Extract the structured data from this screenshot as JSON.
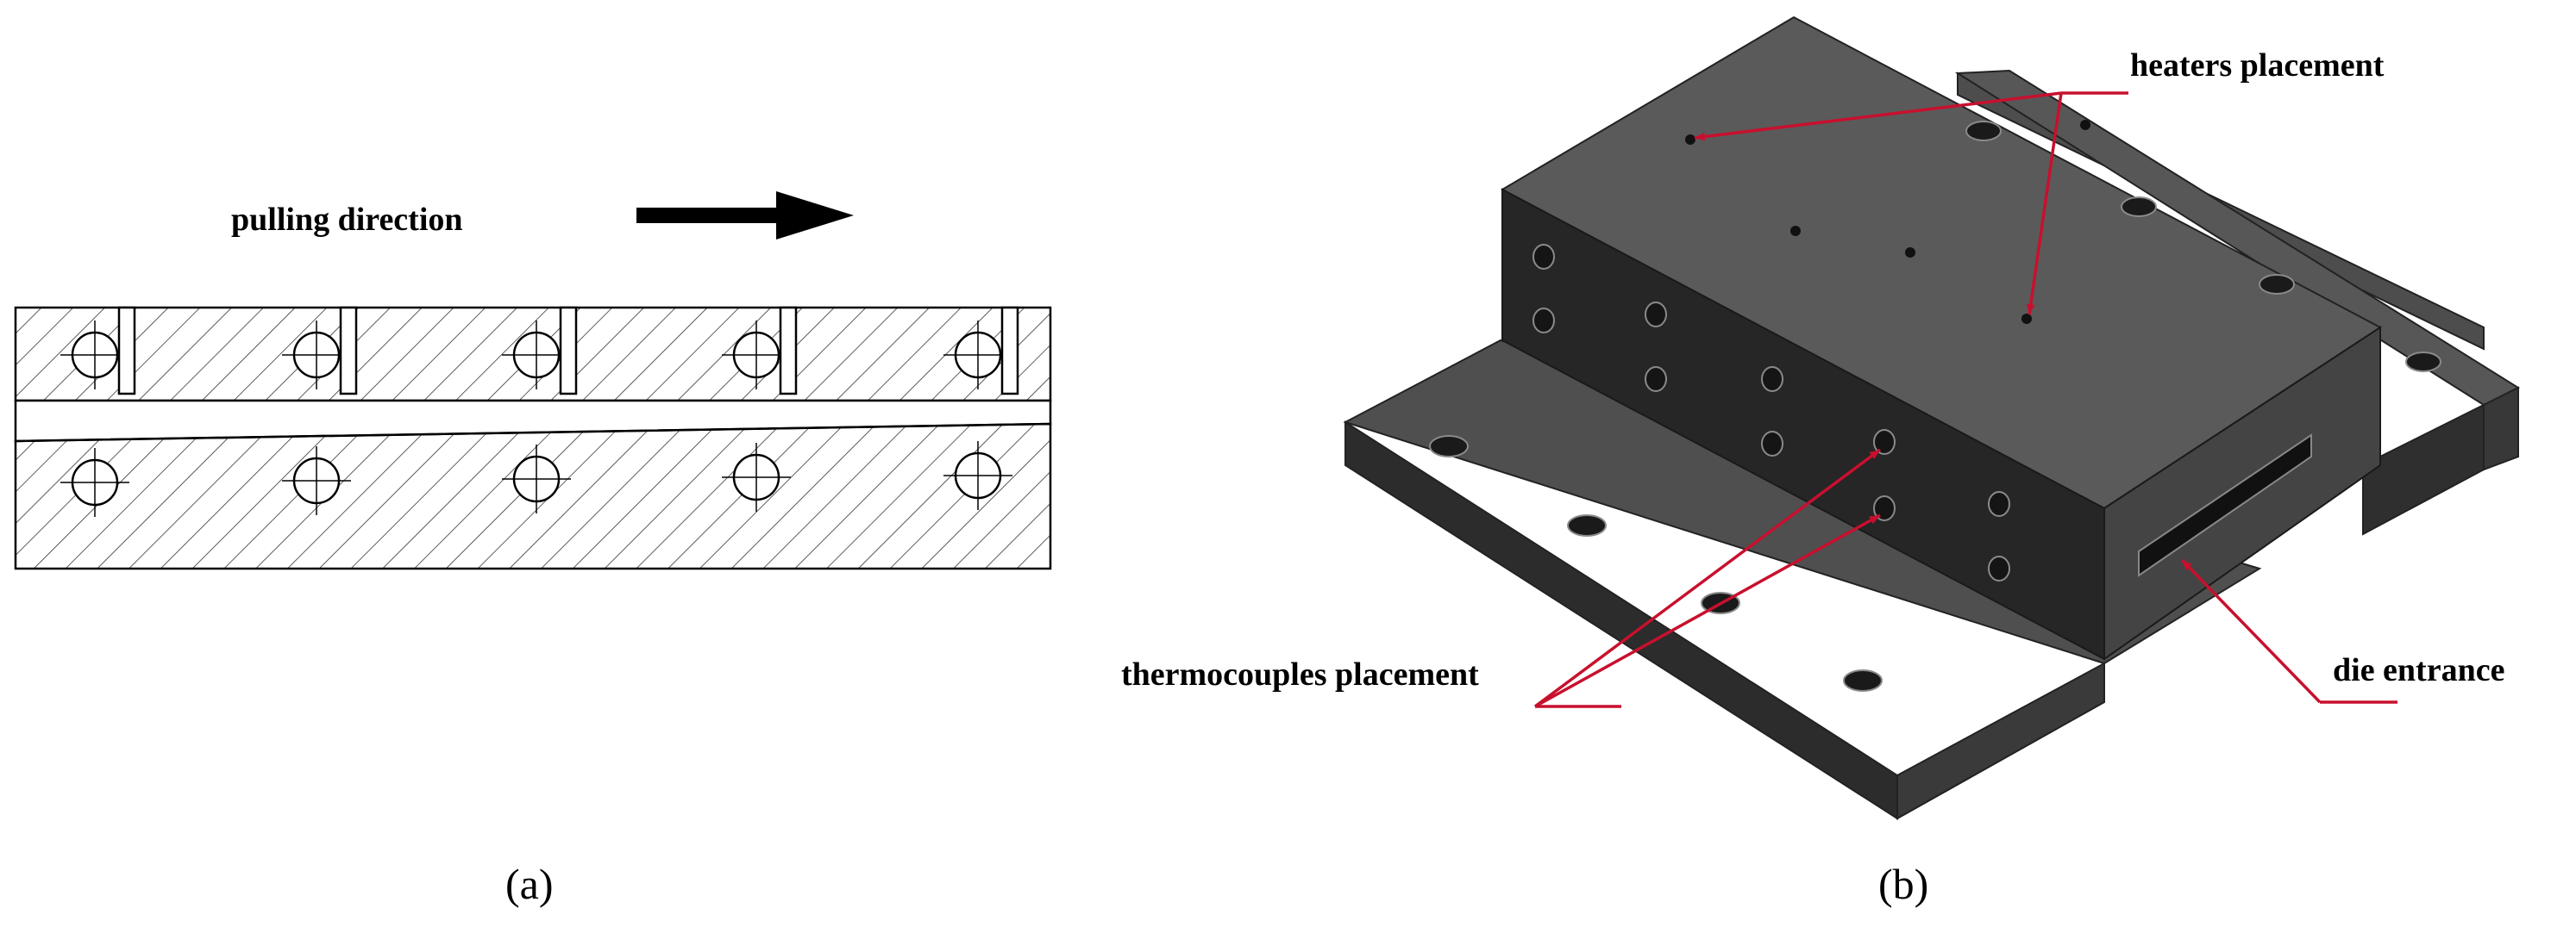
{
  "panel_a": {
    "caption": "(a)",
    "pulling_label": "pulling direction"
  },
  "panel_b": {
    "caption": "(b)",
    "heaters_label": "heaters placement",
    "thermocouples_label": "thermocouples placement",
    "die_entrance_label": "die entrance"
  },
  "colors": {
    "leader_line": "#c8102e",
    "block_top": "#555555",
    "block_front": "#2e2e2e",
    "block_side": "#424242",
    "hatch": "#333333"
  }
}
